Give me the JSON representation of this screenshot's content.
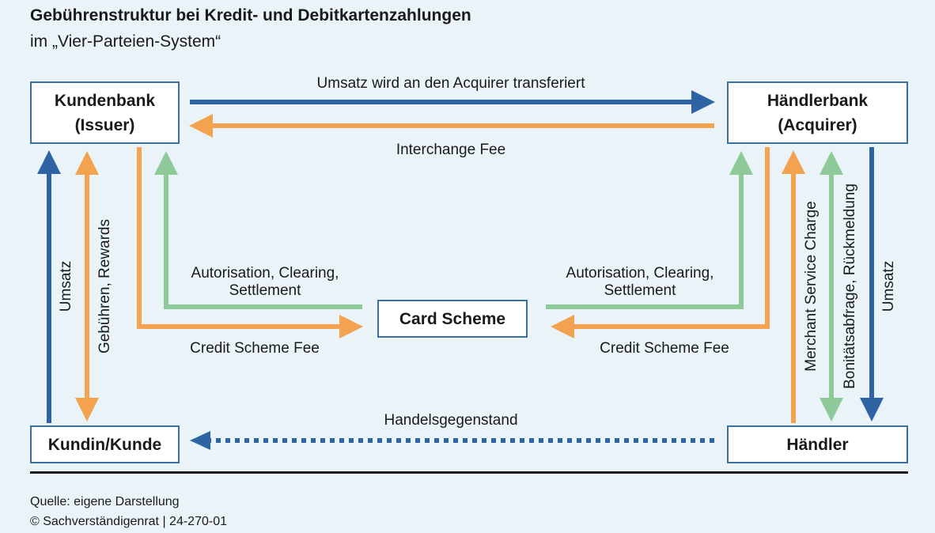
{
  "title": "Gebührenstruktur bei Kredit- und Debitkartenzahlungen",
  "subtitle": "im „Vier-Parteien-System“",
  "nodes": {
    "issuer": {
      "line1": "Kundenbank",
      "line2": "(Issuer)"
    },
    "acquirer": {
      "line1": "Händlerbank",
      "line2": "(Acquirer)"
    },
    "card_scheme": "Card Scheme",
    "customer": "Kundin/Kunde",
    "merchant": "Händler"
  },
  "flows": {
    "umsatz_transfer": "Umsatz wird an den Acquirer transferiert",
    "interchange_fee": "Interchange Fee",
    "auth_left_1": "Autorisation, Clearing,",
    "auth_left_2": "Settlement",
    "auth_right_1": "Autorisation, Clearing,",
    "auth_right_2": "Settlement",
    "scheme_fee_left": "Credit Scheme Fee",
    "scheme_fee_right": "Credit Scheme Fee",
    "umsatz_left": "Umsatz",
    "gebuehren": "Gebühren, Rewards",
    "merchant_service": "Merchant Service Charge",
    "bonitaet": "Bonitätsabfrage, Rückmeldung",
    "umsatz_right": "Umsatz",
    "handelsgegenstand": "Handelsgegenstand"
  },
  "colors": {
    "blue": "#2e64a4",
    "orange": "#f3a24f",
    "green": "#8ec99a",
    "box_border": "#3b6fa0",
    "background": "#e9f3f8"
  },
  "footer": {
    "source": "Quelle: eigene Darstellung",
    "copyright": "© Sachverständigenrat  |  24-270-01"
  }
}
